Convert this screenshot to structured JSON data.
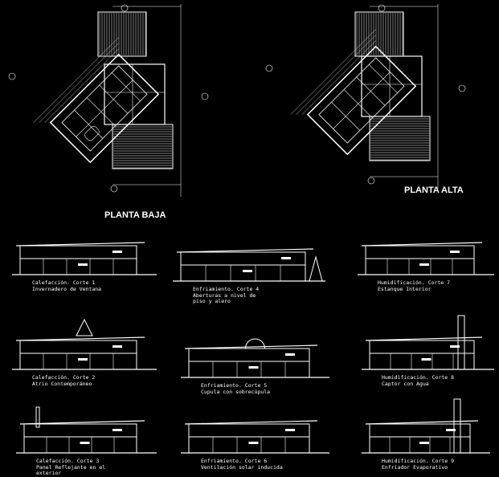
{
  "plans": [
    {
      "title": "PLANTA BAJA"
    },
    {
      "title": "PLANTA ALTA"
    }
  ],
  "sections": [
    {
      "line1": "Calefacción. Corte 1",
      "line2": "Invernadero de Ventana",
      "line3": ""
    },
    {
      "line1": "Enfriamiento. Corte 4",
      "line2": "Aberturas a nivel de",
      "line3": "piso y alero"
    },
    {
      "line1": "Humidificación. Corte 7",
      "line2": "Estanque Interior",
      "line3": ""
    },
    {
      "line1": "Calefacción. Corte 2",
      "line2": "Atrio Contemporáneo",
      "line3": ""
    },
    {
      "line1": "Enfriamiento. Corte 5",
      "line2": "Cupula con sobrecúpula",
      "line3": ""
    },
    {
      "line1": "Humidificación. Corte 8",
      "line2": "Captor con Agua",
      "line3": ""
    },
    {
      "line1": "Calefacción. Corte 3",
      "line2": "Panel Reflejante en el",
      "line3": "exterior"
    },
    {
      "line1": "Enfriamiento. Corte 6",
      "line2": "Ventilación solar inducida",
      "line3": ""
    },
    {
      "line1": "Humidificación. Corte 9",
      "line2": "Enfriador Evaporativo",
      "line3": ""
    }
  ],
  "colors": {
    "background": "#000000",
    "line": "#ffffff"
  }
}
